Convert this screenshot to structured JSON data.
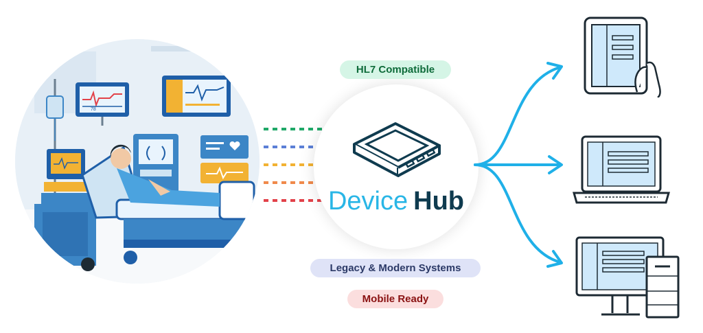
{
  "hub": {
    "name_part1": "Device",
    "name_part2": "Hub"
  },
  "badges": {
    "hl7": {
      "label": "HL7 Compatible",
      "bg": "#d5f5e6",
      "fg": "#0e6b3a"
    },
    "legacy": {
      "label": "Legacy & Modern Systems",
      "bg": "#dfe3f7",
      "fg": "#2c3a67"
    },
    "mobile": {
      "label": "Mobile Ready",
      "bg": "#fbdede",
      "fg": "#8a1212"
    }
  },
  "connectors": {
    "dash_colors": [
      "#1fa868",
      "#5b7fd6",
      "#f2b233",
      "#f08a4b",
      "#e2424a"
    ]
  },
  "outputs": {
    "arrow_color": "#1fb0e8",
    "devices": [
      "tablet",
      "laptop",
      "desktop"
    ]
  },
  "scene": {
    "monitor_reading": "78"
  },
  "colors": {
    "accent": "#29b6e6",
    "brand_dark": "#0f3b4f",
    "screen": "#cfe9fb",
    "outline": "#1d2a33"
  }
}
